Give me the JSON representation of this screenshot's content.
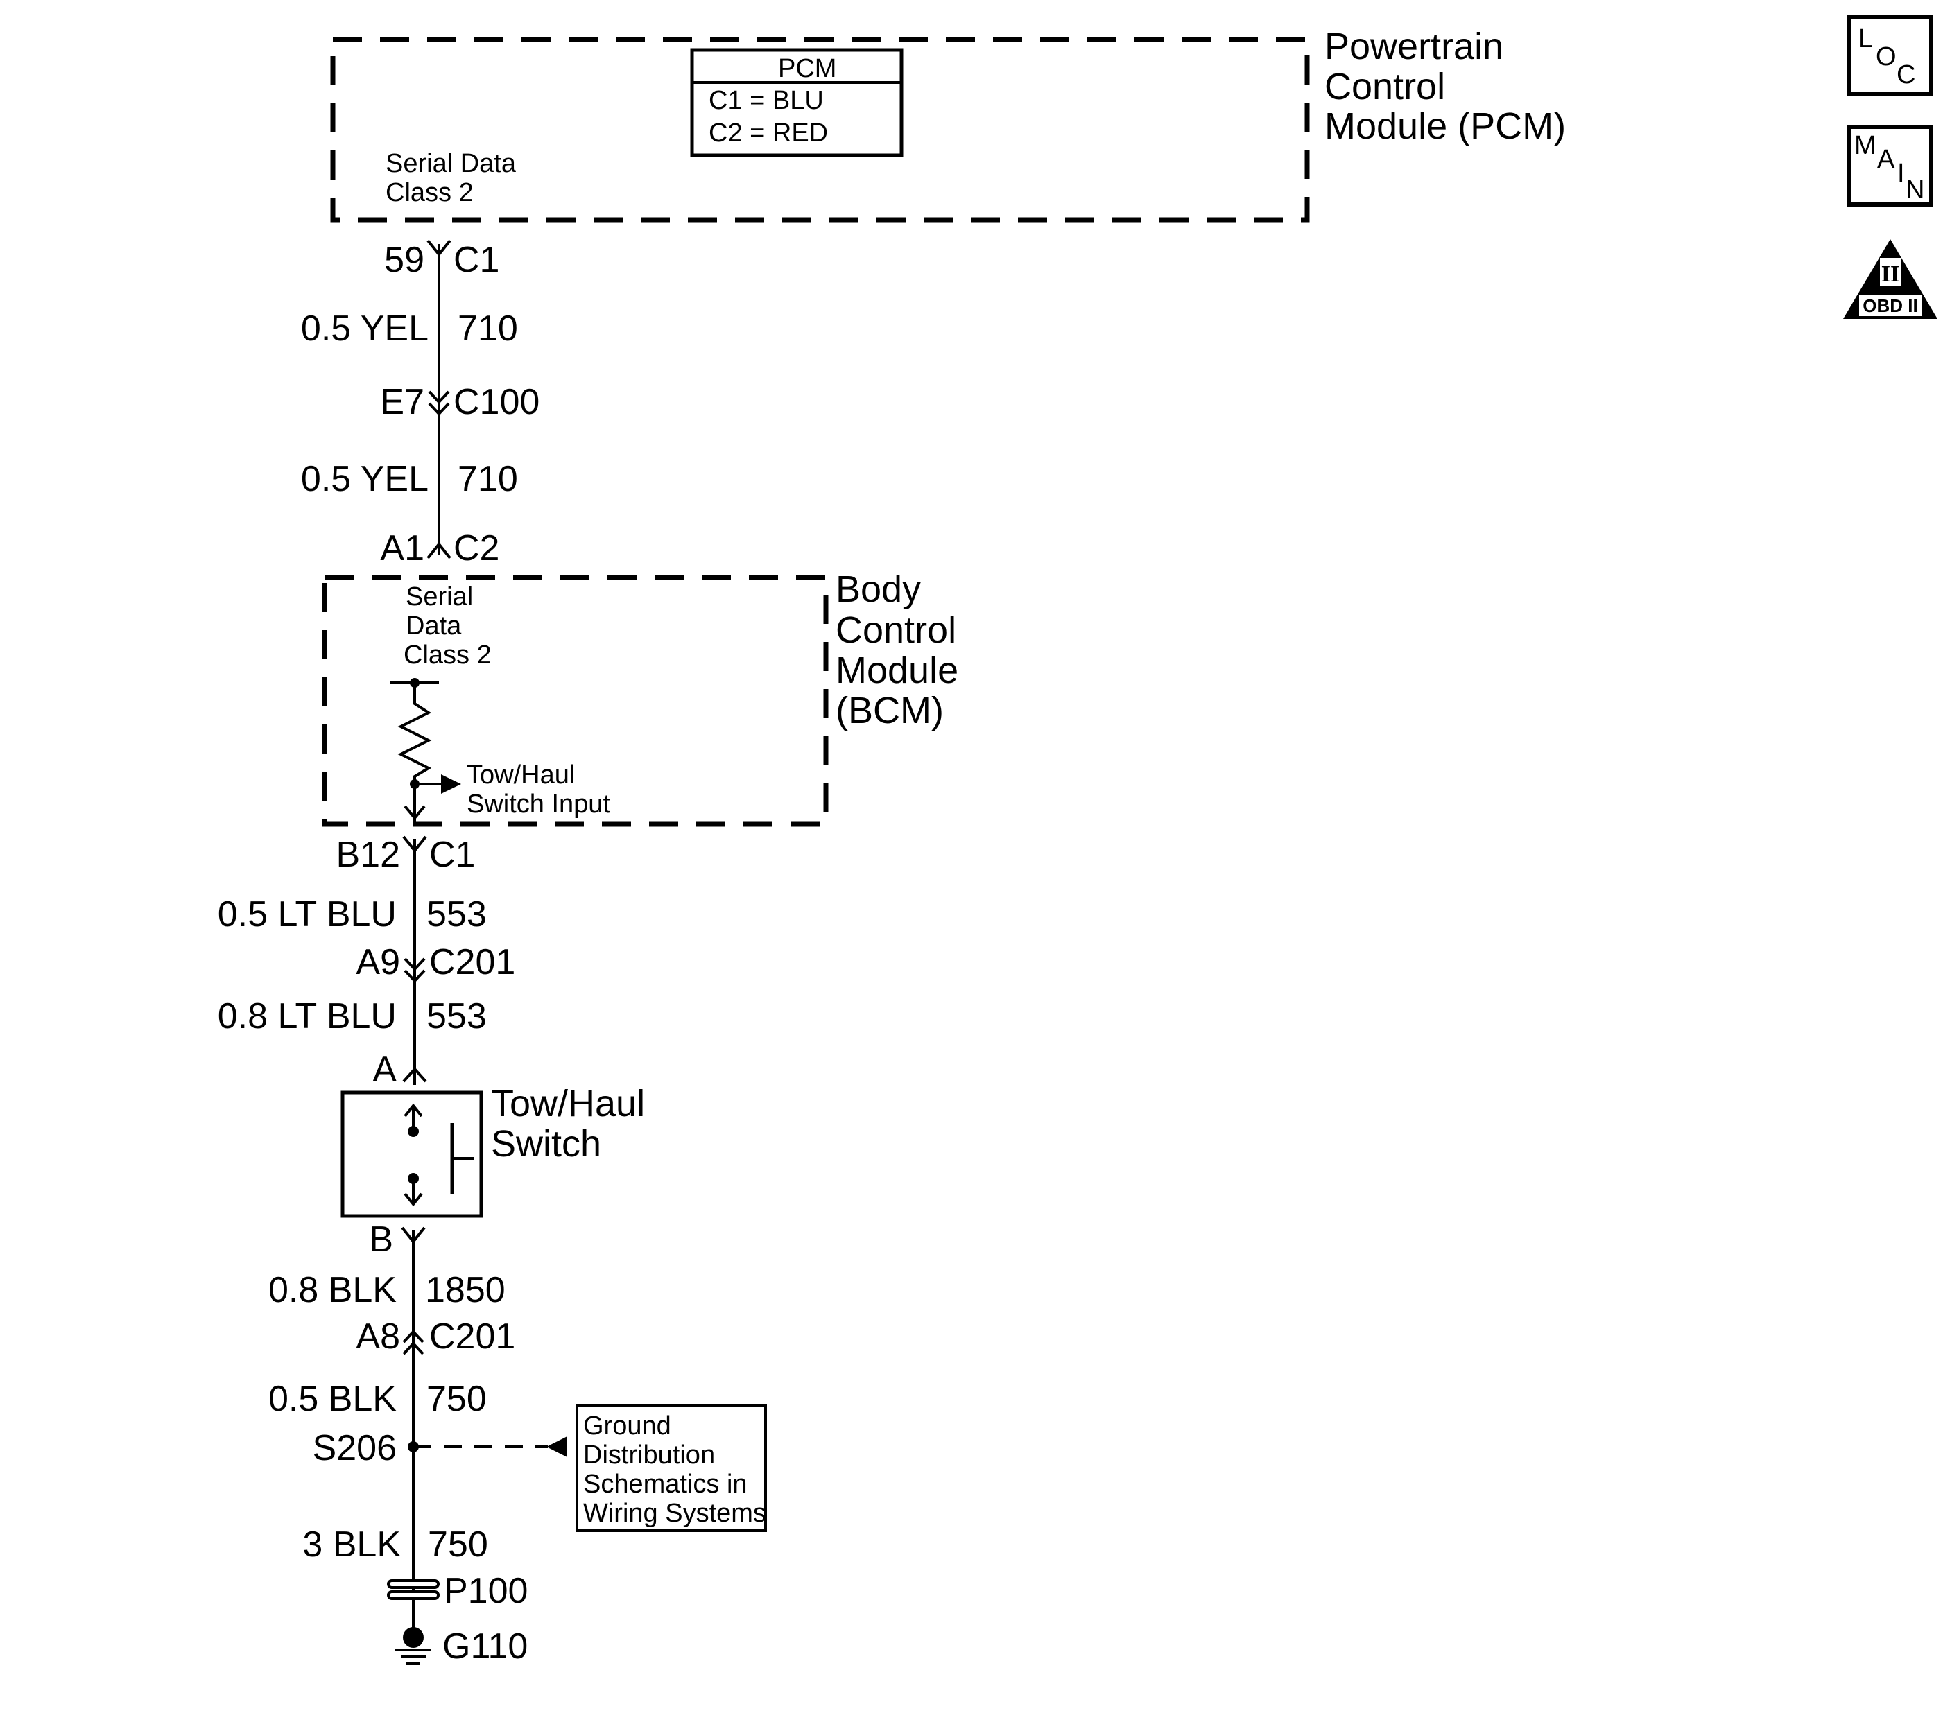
{
  "pcm": {
    "title_lines": [
      "Powertrain",
      "Control",
      "Module (PCM)"
    ],
    "table_title": "PCM",
    "table_rows": [
      "C1 = BLU",
      "C2 = RED"
    ],
    "serial_lines": [
      "Serial Data",
      "Class 2"
    ]
  },
  "wires": [
    {
      "left": "59",
      "right": "C1"
    },
    {
      "left": "0.5 YEL",
      "right": "710"
    },
    {
      "left": "E7",
      "right": "C100"
    },
    {
      "left": "0.5 YEL",
      "right": "710"
    },
    {
      "left": "A1",
      "right": "C2"
    }
  ],
  "bcm": {
    "title_lines": [
      "Body",
      "Control",
      "Module",
      "(BCM)"
    ],
    "serial_lines": [
      "Serial",
      "Data",
      "Class 2"
    ],
    "input_lines": [
      "Tow/Haul",
      "Switch Input"
    ]
  },
  "lower": [
    {
      "left": "B12",
      "right": "C1"
    },
    {
      "left": "0.5 LT BLU",
      "right": "553"
    },
    {
      "left": "A9",
      "right": "C201"
    },
    {
      "left": "0.8 LT BLU",
      "right": "553"
    },
    {
      "left": "A",
      "right": ""
    }
  ],
  "switch": {
    "title_lines": [
      "Tow/Haul",
      "Switch"
    ],
    "pin_b": "B"
  },
  "ground": [
    {
      "left": "0.8 BLK",
      "right": "1850"
    },
    {
      "left": "A8",
      "right": "C201"
    },
    {
      "left": "0.5 BLK",
      "right": "750"
    },
    {
      "left": "S206",
      "right": ""
    },
    {
      "left": "3 BLK",
      "right": "750"
    }
  ],
  "ground_ref_lines": [
    "Ground",
    "Distribution",
    "Schematics in",
    "Wiring Systems"
  ],
  "p100": "P100",
  "g110": "G110",
  "icons": {
    "loc": [
      "L",
      "O",
      "C"
    ],
    "main": [
      "M",
      "A",
      "I",
      "N"
    ],
    "obd_numeral": "II",
    "obd": "OBD II"
  }
}
